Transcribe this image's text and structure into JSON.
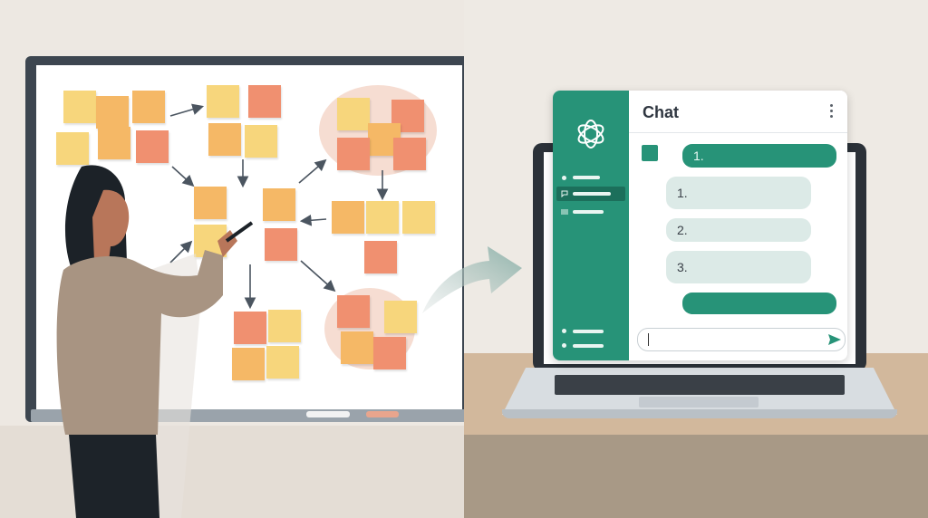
{
  "chat": {
    "title": "Chat",
    "messages": [
      {
        "role": "user",
        "text": "1."
      },
      {
        "role": "assistant",
        "text": "1."
      },
      {
        "role": "assistant",
        "text": "2."
      },
      {
        "role": "assistant",
        "text": "3."
      },
      {
        "role": "user",
        "text": ""
      }
    ],
    "input": {
      "value": ""
    },
    "icons": {
      "logo": "openai-logo-icon",
      "menu": "more-vertical-icon",
      "send": "send-icon",
      "nav_chat": "chat-bubble-icon",
      "nav_list": "list-icon"
    }
  },
  "colors": {
    "accent": "#279378",
    "note_yellow": "#f7d67c",
    "note_orange": "#f5b866",
    "note_red": "#f09070"
  }
}
